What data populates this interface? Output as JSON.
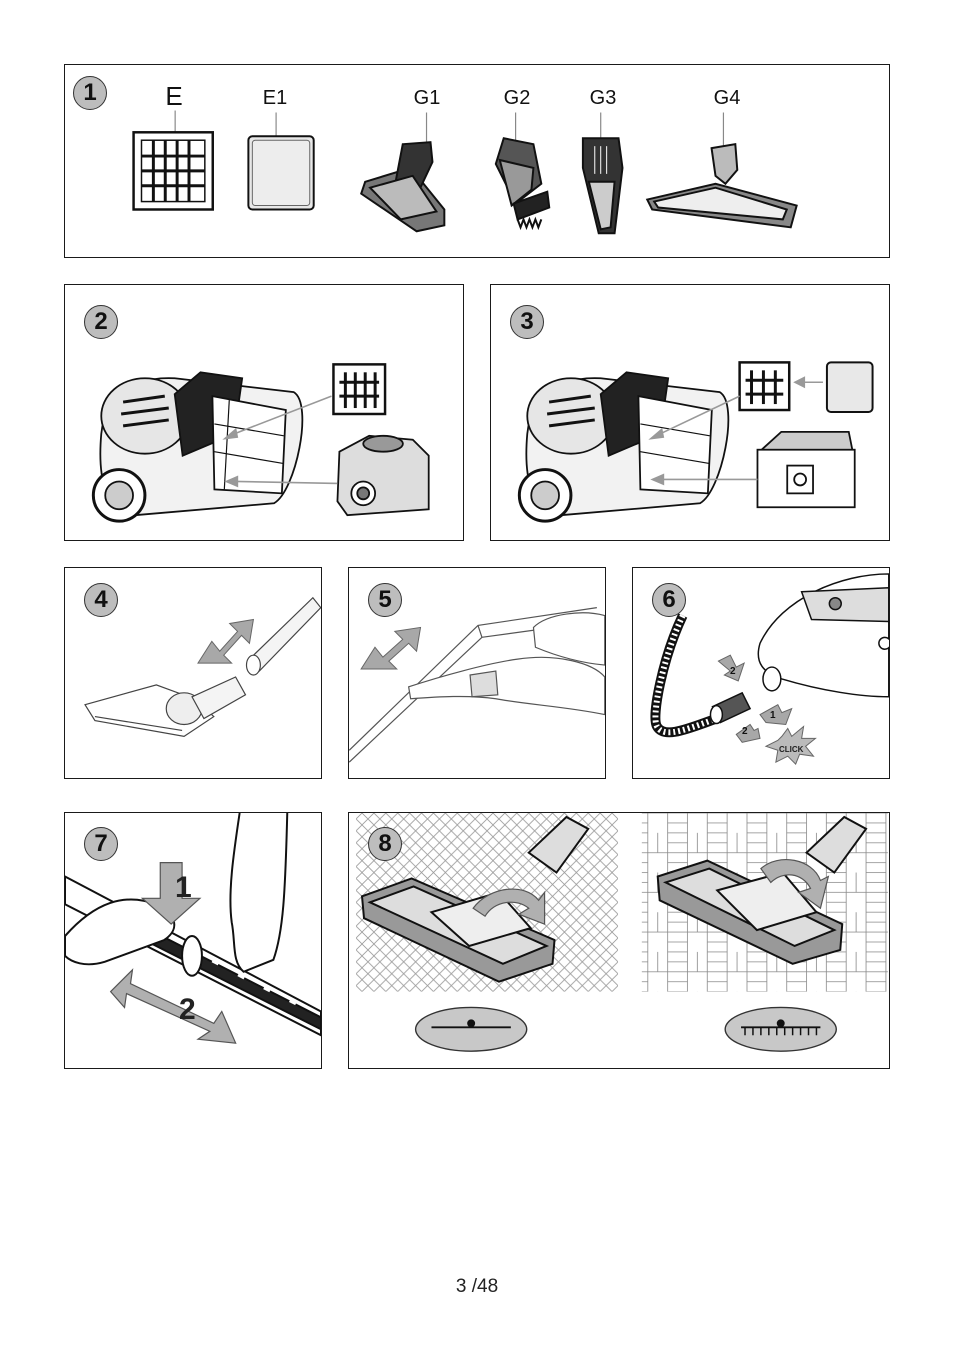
{
  "panels": [
    {
      "number": "1",
      "labels": {
        "e": "E",
        "e1": "E1",
        "g1": "G1",
        "g2": "G2",
        "g3": "G3",
        "g4": "G4"
      }
    },
    {
      "number": "2"
    },
    {
      "number": "3"
    },
    {
      "number": "4"
    },
    {
      "number": "5"
    },
    {
      "number": "6",
      "arrow_a": "2",
      "arrow_b": "1",
      "arrow_c": "2",
      "click": "CLICK"
    },
    {
      "number": "7",
      "step_1": "1",
      "step_2": "2"
    },
    {
      "number": "8"
    }
  ],
  "footer": {
    "page": "3",
    "sep": "/",
    "total": "48"
  },
  "colors": {
    "border": "#1a1a1a",
    "badge": "#bdbdbd",
    "arrow_gray": "#a8a8a8"
  }
}
